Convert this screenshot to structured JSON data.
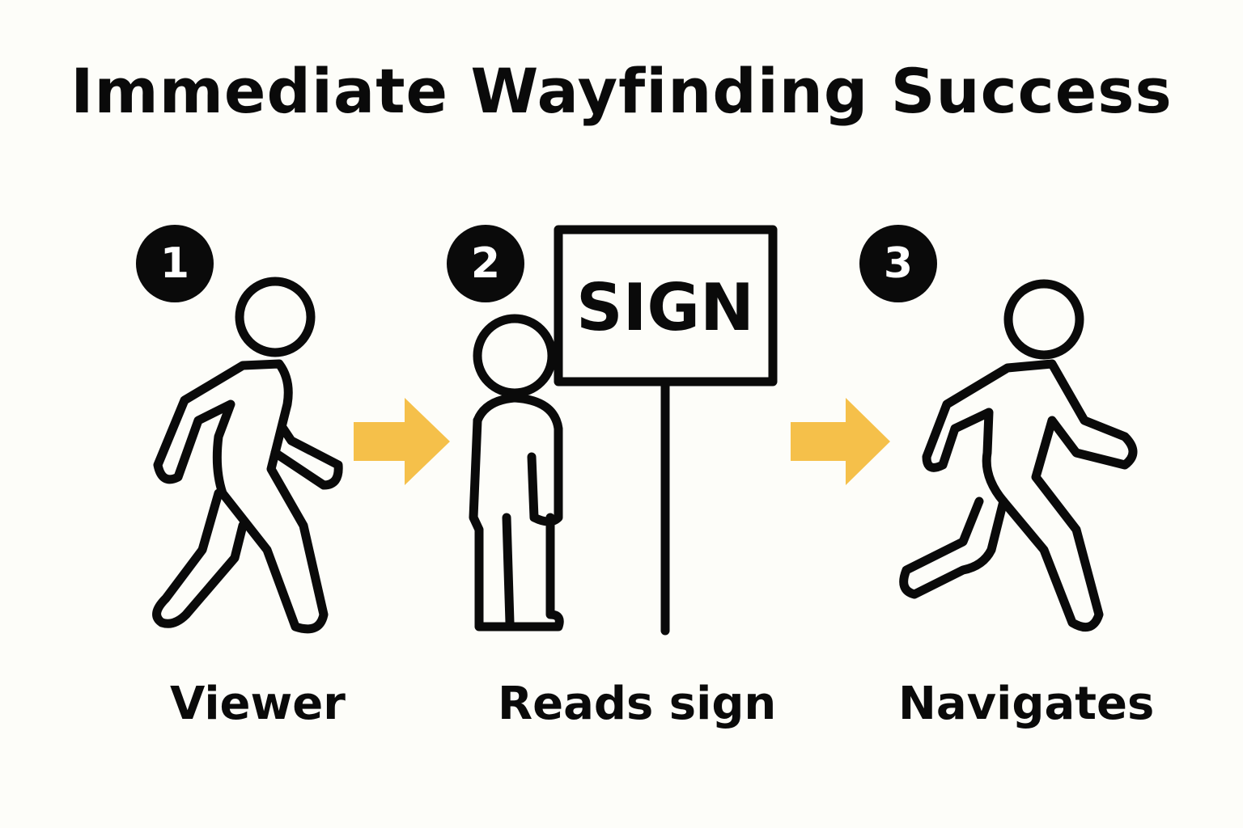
{
  "title": "Immediate Wayfinding Success",
  "steps": [
    {
      "number": "1",
      "label": "Viewer"
    },
    {
      "number": "2",
      "label": "Reads sign"
    },
    {
      "number": "3",
      "label": "Navigates"
    }
  ],
  "sign_text": "SIGN",
  "colors": {
    "arrow": "#f5c04a",
    "ink": "#0a0a0a",
    "background": "#fdfdf9"
  }
}
